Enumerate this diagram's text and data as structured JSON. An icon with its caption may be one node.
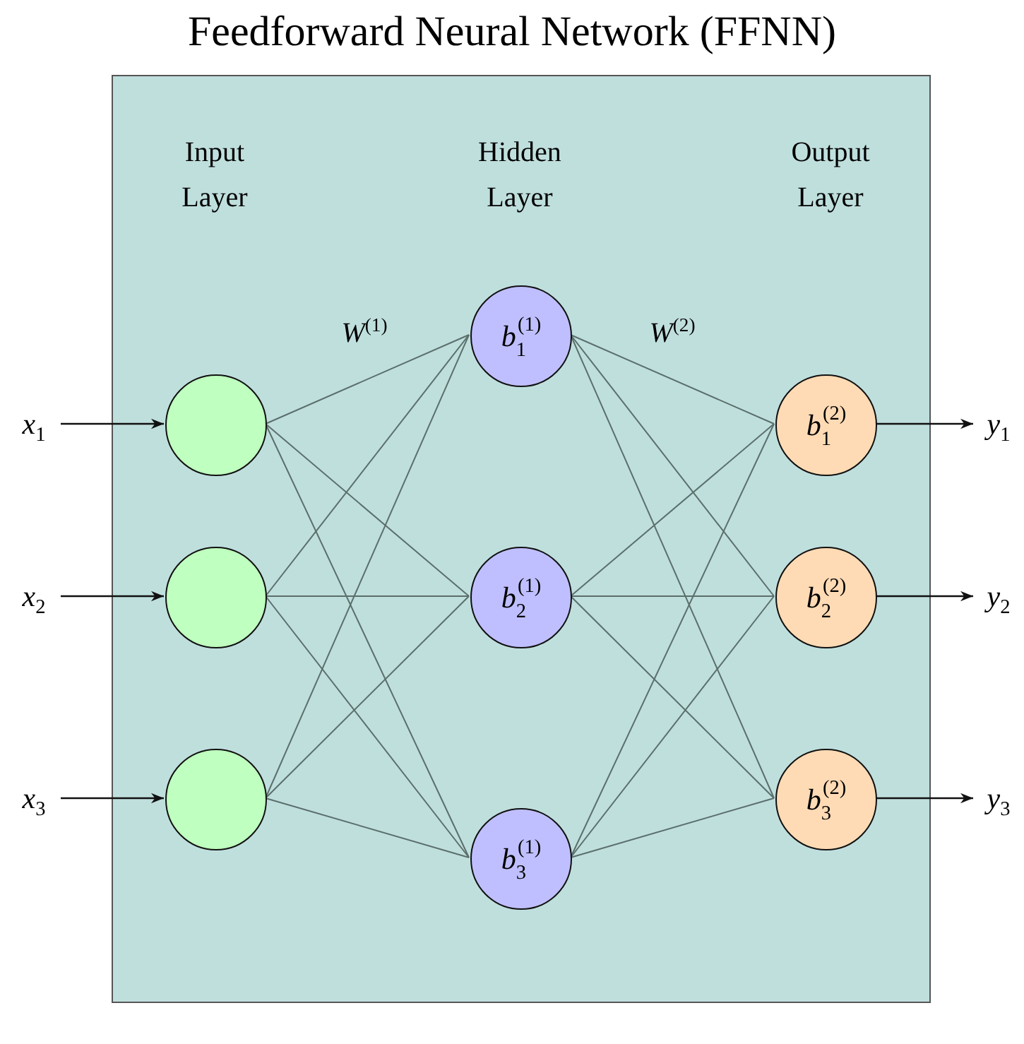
{
  "diagram": {
    "title": "Feedforward Neural Network (FFNN)",
    "nodes": [
      {
        "text": [],
        "shape": "box"
      },
      {
        "text": [
          "*x*$_{1}$"
        ]
      },
      {
        "text": [
          "*x*$_{2}$"
        ]
      },
      {
        "text": [
          "*x*$_{3}$"
        ]
      },
      {
        "text": [],
        "shape": "circle",
        "in": 0
      },
      {
        "text": [],
        "shape": "circle",
        "in": 0
      },
      {
        "text": [],
        "shape": "circle",
        "in": 0
      },
      {
        "text": [
          "*b*$_{1}$$^{(1)}$"
        ],
        "in": 0
      },
      {
        "text": [
          "*b*$_{2}$$^{(1)}$"
        ],
        "in": 0
      },
      {
        "text": [
          "*b*$_{3}$$^{(1)}$"
        ],
        "in": 0
      },
      {
        "text": [
          "*b*$_{1}$$^{(2)}$"
        ],
        "in": 0
      },
      {
        "text": [
          "*b*$_{2}$$^{(2)}$"
        ],
        "in": 0
      },
      {
        "text": [
          "*b*$_{3}$$^{(2)}$"
        ],
        "in": 0
      },
      {
        "text": [
          "*y*$_{1}$"
        ]
      },
      {
        "text": [
          "*y*$_{2}$"
        ]
      },
      {
        "text": [
          "*y*$_{3}$"
        ]
      }
    ],
    "edges": [
      {
        "from": 1,
        "to": 4,
        "arrow": "to",
        "color": "#111111"
      },
      {
        "from": 2,
        "to": 5,
        "arrow": "to",
        "color": "#111111"
      },
      {
        "from": 3,
        "to": 6,
        "arrow": "to",
        "color": "#111111"
      },
      {
        "from": 4,
        "to": 7,
        "arrow": "none"
      },
      {
        "from": 4,
        "to": 8,
        "arrow": "none"
      },
      {
        "from": 4,
        "to": 9,
        "arrow": "none"
      },
      {
        "from": 5,
        "to": 7,
        "arrow": "none"
      },
      {
        "from": 5,
        "to": 8,
        "arrow": "none"
      },
      {
        "from": 5,
        "to": 9,
        "arrow": "none"
      },
      {
        "from": 6,
        "to": 7,
        "arrow": "none"
      },
      {
        "from": 6,
        "to": 8,
        "arrow": "none"
      },
      {
        "from": 6,
        "to": 9,
        "arrow": "none"
      },
      {
        "from": 7,
        "to": 10,
        "arrow": "none"
      },
      {
        "from": 7,
        "to": 11,
        "arrow": "none"
      },
      {
        "from": 7,
        "to": 12,
        "arrow": "none"
      },
      {
        "from": 8,
        "to": 10,
        "arrow": "none"
      },
      {
        "from": 8,
        "to": 11,
        "arrow": "none"
      },
      {
        "from": 8,
        "to": 12,
        "arrow": "none"
      },
      {
        "from": 9,
        "to": 10,
        "arrow": "none"
      },
      {
        "from": 9,
        "to": 11,
        "arrow": "none"
      },
      {
        "from": 9,
        "to": 12,
        "arrow": "none"
      },
      {
        "from": 10,
        "to": 13,
        "arrow": "to",
        "color": "#111111"
      },
      {
        "from": 11,
        "to": 14,
        "arrow": "to",
        "color": "#111111"
      },
      {
        "from": 12,
        "to": 15,
        "arrow": "to",
        "color": "#111111"
      }
    ],
    "labels": [
      "Input Layer",
      "Hidden Layer",
      "Output Layer",
      "*W*$^{(1)}$",
      "*W*$^{(2)}$"
    ]
  }
}
